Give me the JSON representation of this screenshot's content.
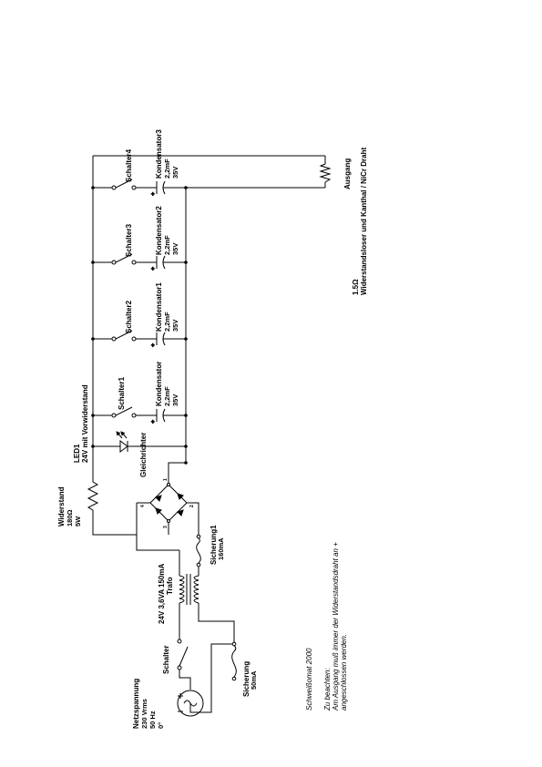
{
  "components": {
    "source": {
      "name": "Netzspannung",
      "voltage": "230 Vrms",
      "frequency": "50 Hz",
      "phase": "0°"
    },
    "main_switch": {
      "name": "Schalter"
    },
    "fuse_primary": {
      "name": "Sicherung",
      "rating": "50mA"
    },
    "transformer": {
      "rating": "24V 3,6VA 150mA",
      "name": "Trafo"
    },
    "fuse_secondary": {
      "name": "Sicherung1",
      "rating": "160mA"
    },
    "resistor": {
      "name": "Widerstand",
      "value": "180Ω",
      "power": "5W"
    },
    "rectifier": {
      "name": "Gleichrichter",
      "pins": [
        "4",
        "3",
        "2",
        "1"
      ]
    },
    "led": {
      "name": "LED1",
      "spec": "24V mit Vorwiderstand"
    },
    "switches": [
      "Schalter1",
      "Schalter2",
      "Schalter3",
      "Schalter4"
    ],
    "capacitors": [
      {
        "name": "Kondensator",
        "value": "2,2mF",
        "voltage": "35V"
      },
      {
        "name": "Kondensator1",
        "value": "2,2mF",
        "voltage": "35V"
      },
      {
        "name": "Kondensator2",
        "value": "2,2mF",
        "voltage": "35V"
      },
      {
        "name": "Kondensator3",
        "value": "2,2mF",
        "voltage": "35V"
      }
    ],
    "output": {
      "name": "Ausgang",
      "value": "1.5Ω",
      "description": "Widerstandsloser und Kanthal / NiCr Draht"
    }
  },
  "notes": {
    "title": "Schweißomat 2000",
    "heading": "Zu beachten:",
    "line1": "Am Ausgang muß immer der Widerstandsdraht an +",
    "line2": "angeschlossen werden."
  }
}
